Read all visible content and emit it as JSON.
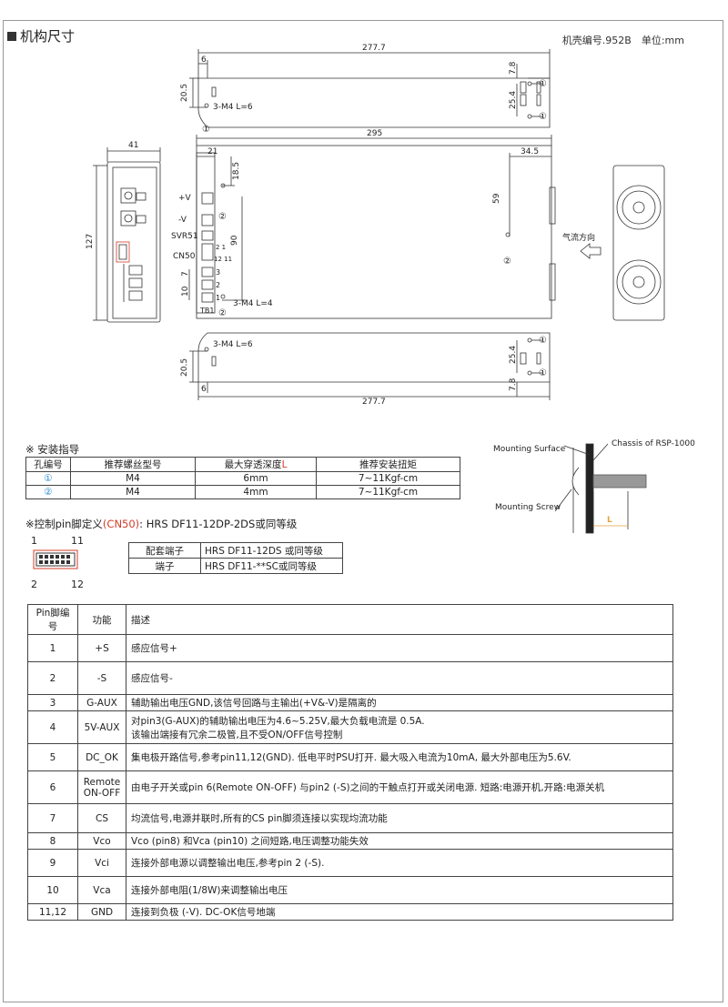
{
  "header": {
    "section_title": "机构尺寸",
    "case_info": "机壳编号.952B　单位:mm"
  },
  "drawing": {
    "top_dim_length": "277.7",
    "top_dim_6": "6",
    "top_dim_78": "7.8",
    "top_dim_205": "20.5",
    "top_dim_254": "25.4",
    "top_screw_label": "3-M4  L=6",
    "front_dim_41": "41",
    "front_dim_127": "127",
    "side_dim_295": "295",
    "side_dim_21": "21",
    "side_dim_345": "34.5",
    "side_dim_185": "18.5",
    "side_dim_59": "59",
    "side_dim_90": "90",
    "side_dim_7": "7",
    "side_dim_10": "10",
    "label_vplus": "+V",
    "label_vminus": "-V",
    "label_svr": "SVR51",
    "label_cn50": "CN50",
    "label_21": "2 1",
    "label_1211": "12 11",
    "label_3": "3",
    "label_2": "2",
    "label_1": "1",
    "label_tb1": "TB1",
    "side_screw_label": "3-M4  L=4",
    "airflow": "气流方向",
    "circ1": "①",
    "circ2": "②",
    "bottom_screw_label": "3-M4  L=6",
    "bottom_dim_length": "277.7",
    "bottom_dim_6": "6",
    "bottom_dim_78": "7.8",
    "bottom_dim_205": "20.5",
    "bottom_dim_254": "25.4"
  },
  "mount_guide": {
    "title": "※ 安装指导",
    "headers": [
      "孔编号",
      "推荐螺丝型号",
      "最大穿透深度",
      "推荐安装扭矩"
    ],
    "header_suffix_L": "L",
    "rows": [
      [
        "①",
        "M4",
        "6mm",
        "7~11Kgf-cm"
      ],
      [
        "②",
        "M4",
        "4mm",
        "7~11Kgf-cm"
      ]
    ]
  },
  "mount_diagram": {
    "surface": "Mounting Surface",
    "chassis": "Chassis of RSP-1000",
    "screw": "Mounting Screw",
    "L": "L"
  },
  "pin_def": {
    "title_prefix": "※控制pin脚定义",
    "title_cn50": "(CN50)",
    "title_suffix": ": HRS DF11-12DP-2DS或同等级",
    "n1": "1",
    "n11": "11",
    "n2": "2",
    "n12": "12"
  },
  "terminal_table": [
    [
      "配套端子",
      "HRS DF11-12DS 或同等级"
    ],
    [
      "端子",
      "HRS DF11-**SC或同等级"
    ]
  ],
  "pin_table": {
    "headers": [
      "Pin脚编号",
      "功能",
      "描述"
    ],
    "rows": [
      [
        "1",
        "+S",
        "感应信号+"
      ],
      [
        "2",
        "-S",
        "感应信号-"
      ],
      [
        "3",
        "G-AUX",
        "辅助输出电压GND,该信号回路与主输出(+V&-V)是隔离的"
      ],
      [
        "4",
        "5V-AUX",
        "对pin3(G-AUX)的辅助输出电压为4.6~5.25V,最大负载电流是 0.5A.\n该输出端接有冗余二极管,且不受ON/OFF信号控制"
      ],
      [
        "5",
        "DC_OK",
        "集电极开路信号,参考pin11,12(GND). 低电平时PSU打开. 最大吸入电流为10mA, 最大外部电压为5.6V."
      ],
      [
        "6",
        "Remote\nON-OFF",
        "由电子开关或pin 6(Remote ON-OFF) 与pin2 (-S)之间的干触点打开或关闭电源. 短路:电源开机,开路:电源关机"
      ],
      [
        "7",
        "CS",
        "均流信号,电源并联时,所有的CS pin脚须连接以实现均流功能"
      ],
      [
        "8",
        "Vco",
        "Vco (pin8) 和Vca (pin10) 之间短路,电压调整功能失效"
      ],
      [
        "9",
        "Vci",
        "连接外部电源以调整输出电压,参考pin 2 (-S)."
      ],
      [
        "10",
        "Vca",
        "连接外部电阻(1/8W)来调整输出电压"
      ],
      [
        "11,12",
        "GND",
        "连接到负极 (-V). DC-OK信号地端"
      ]
    ]
  }
}
